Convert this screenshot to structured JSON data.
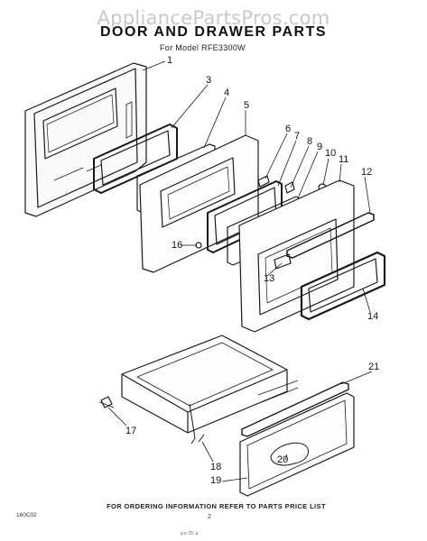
{
  "watermark": "AppliancePartsPros.com",
  "title": "DOOR AND DRAWER PARTS",
  "model": "For Model RFE3300W",
  "callouts": [
    "1",
    "3",
    "4",
    "5",
    "6",
    "7",
    "8",
    "9",
    "10",
    "11",
    "12",
    "13",
    "14",
    "16",
    "17",
    "18",
    "19",
    "20",
    "21"
  ],
  "footer": "FOR ORDERING INFORMATION REFER TO PARTS PRICE LIST",
  "page_number": "2",
  "code": "160C02",
  "tail_marks": "p.e  29  .a"
}
